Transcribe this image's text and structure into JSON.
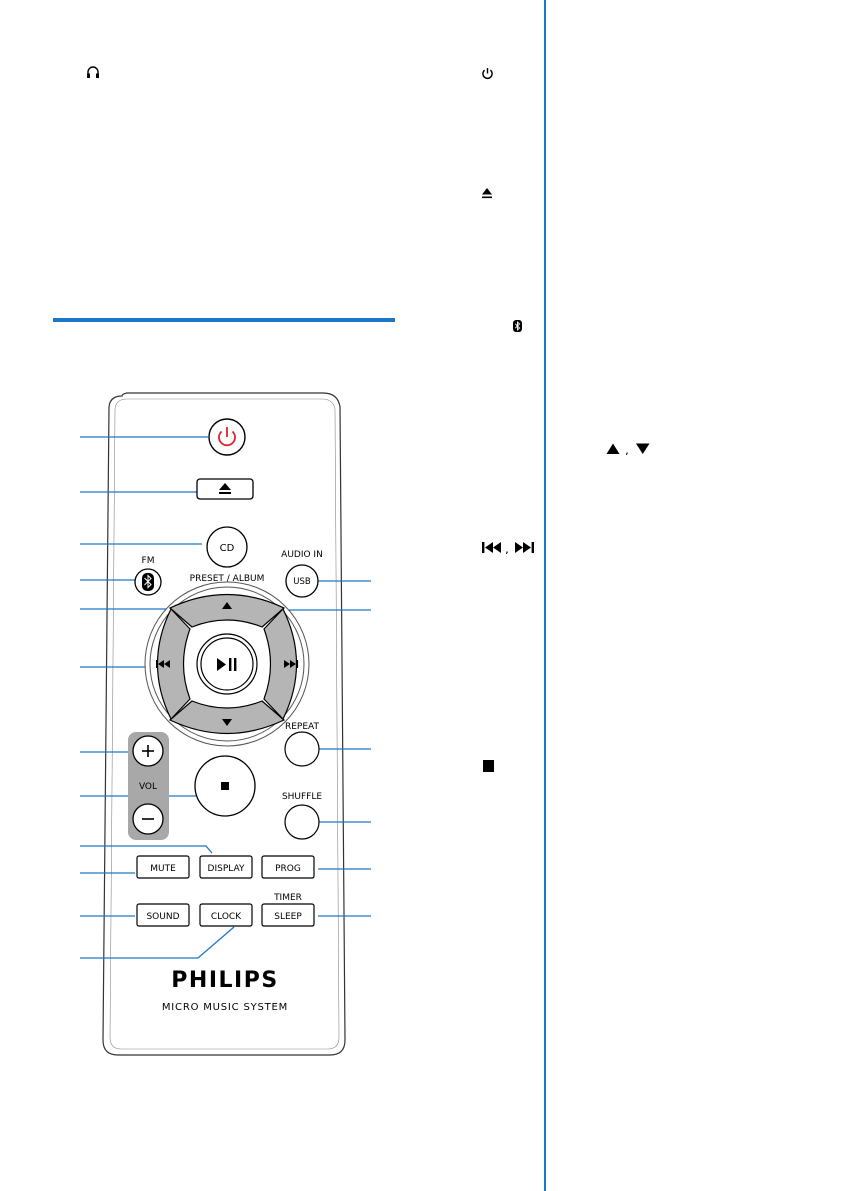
{
  "page": {
    "accent_color": "#1b77c9"
  },
  "left_column": {
    "headphone_symbol": "headphone-icon"
  },
  "right_column": {
    "power_symbol": "power-icon",
    "eject_symbol": "eject-icon",
    "bluetooth_symbol": "bluetooth-icon",
    "up_down_symbols": [
      "up-triangle-icon",
      "down-triangle-icon"
    ],
    "skip_symbols": [
      "previous-icon",
      "next-icon"
    ],
    "stop_symbol": "stop-icon"
  },
  "remote": {
    "labels": {
      "cd": "CD",
      "fm": "FM",
      "audio_in": "AUDIO IN",
      "usb": "USB",
      "preset_album": "PRESET / ALBUM",
      "repeat": "REPEAT",
      "vol": "VOL",
      "shuffle": "SHUFFLE",
      "mute": "MUTE",
      "display": "DISPLAY",
      "prog": "PROG",
      "sound": "SOUND",
      "clock": "CLOCK",
      "timer": "TIMER",
      "sleep": "SLEEP"
    },
    "brand": "PHILIPS",
    "model": "MICRO MUSIC SYSTEM"
  }
}
